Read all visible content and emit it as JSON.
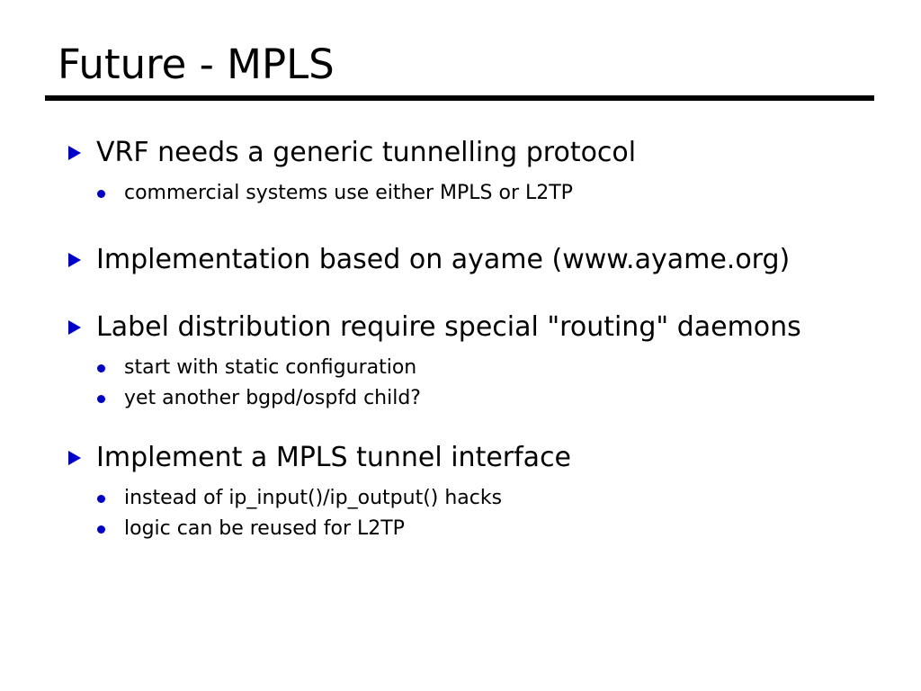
{
  "slide": {
    "title": "Future - MPLS",
    "accent_color": "#0000cc",
    "text_color": "#000000",
    "background_color": "#ffffff",
    "rule_color": "#000000",
    "level1_marker": "triangle-right-icon",
    "level2_marker": "bullet-dot-icon",
    "groups": [
      {
        "heading": "VRF needs a generic tunnelling protocol",
        "subitems": [
          "commercial systems use either MPLS or L2TP"
        ]
      },
      {
        "heading": "Implementation based on ayame (www.ayame.org)",
        "subitems": []
      },
      {
        "heading": "Label distribution require special \"routing\" daemons",
        "subitems": [
          "start with static configuration",
          "yet another bgpd/ospfd child?"
        ]
      },
      {
        "heading": "Implement a MPLS tunnel interface",
        "subitems": [
          "instead of ip_input()/ip_output() hacks",
          "logic can be reused for L2TP"
        ]
      }
    ]
  }
}
